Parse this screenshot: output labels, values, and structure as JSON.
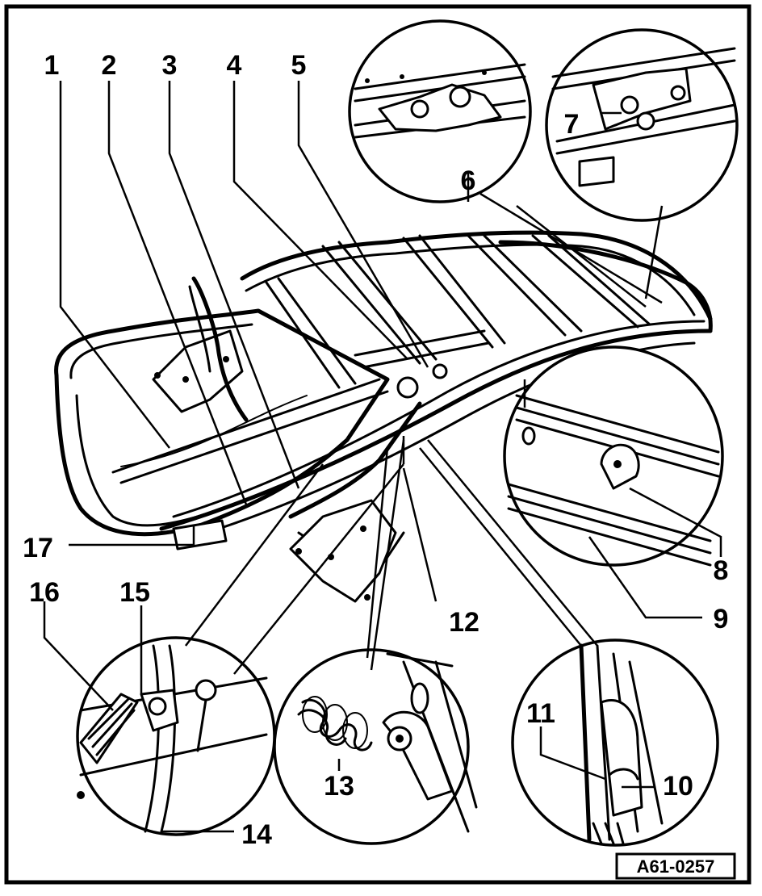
{
  "figure": {
    "reference": "A61-0257",
    "callouts": [
      "1",
      "2",
      "3",
      "4",
      "5",
      "6",
      "7",
      "8",
      "9",
      "10",
      "11",
      "12",
      "13",
      "14",
      "15",
      "16",
      "17"
    ]
  },
  "colors": {
    "ink": "#000000",
    "paper": "#ffffff"
  }
}
